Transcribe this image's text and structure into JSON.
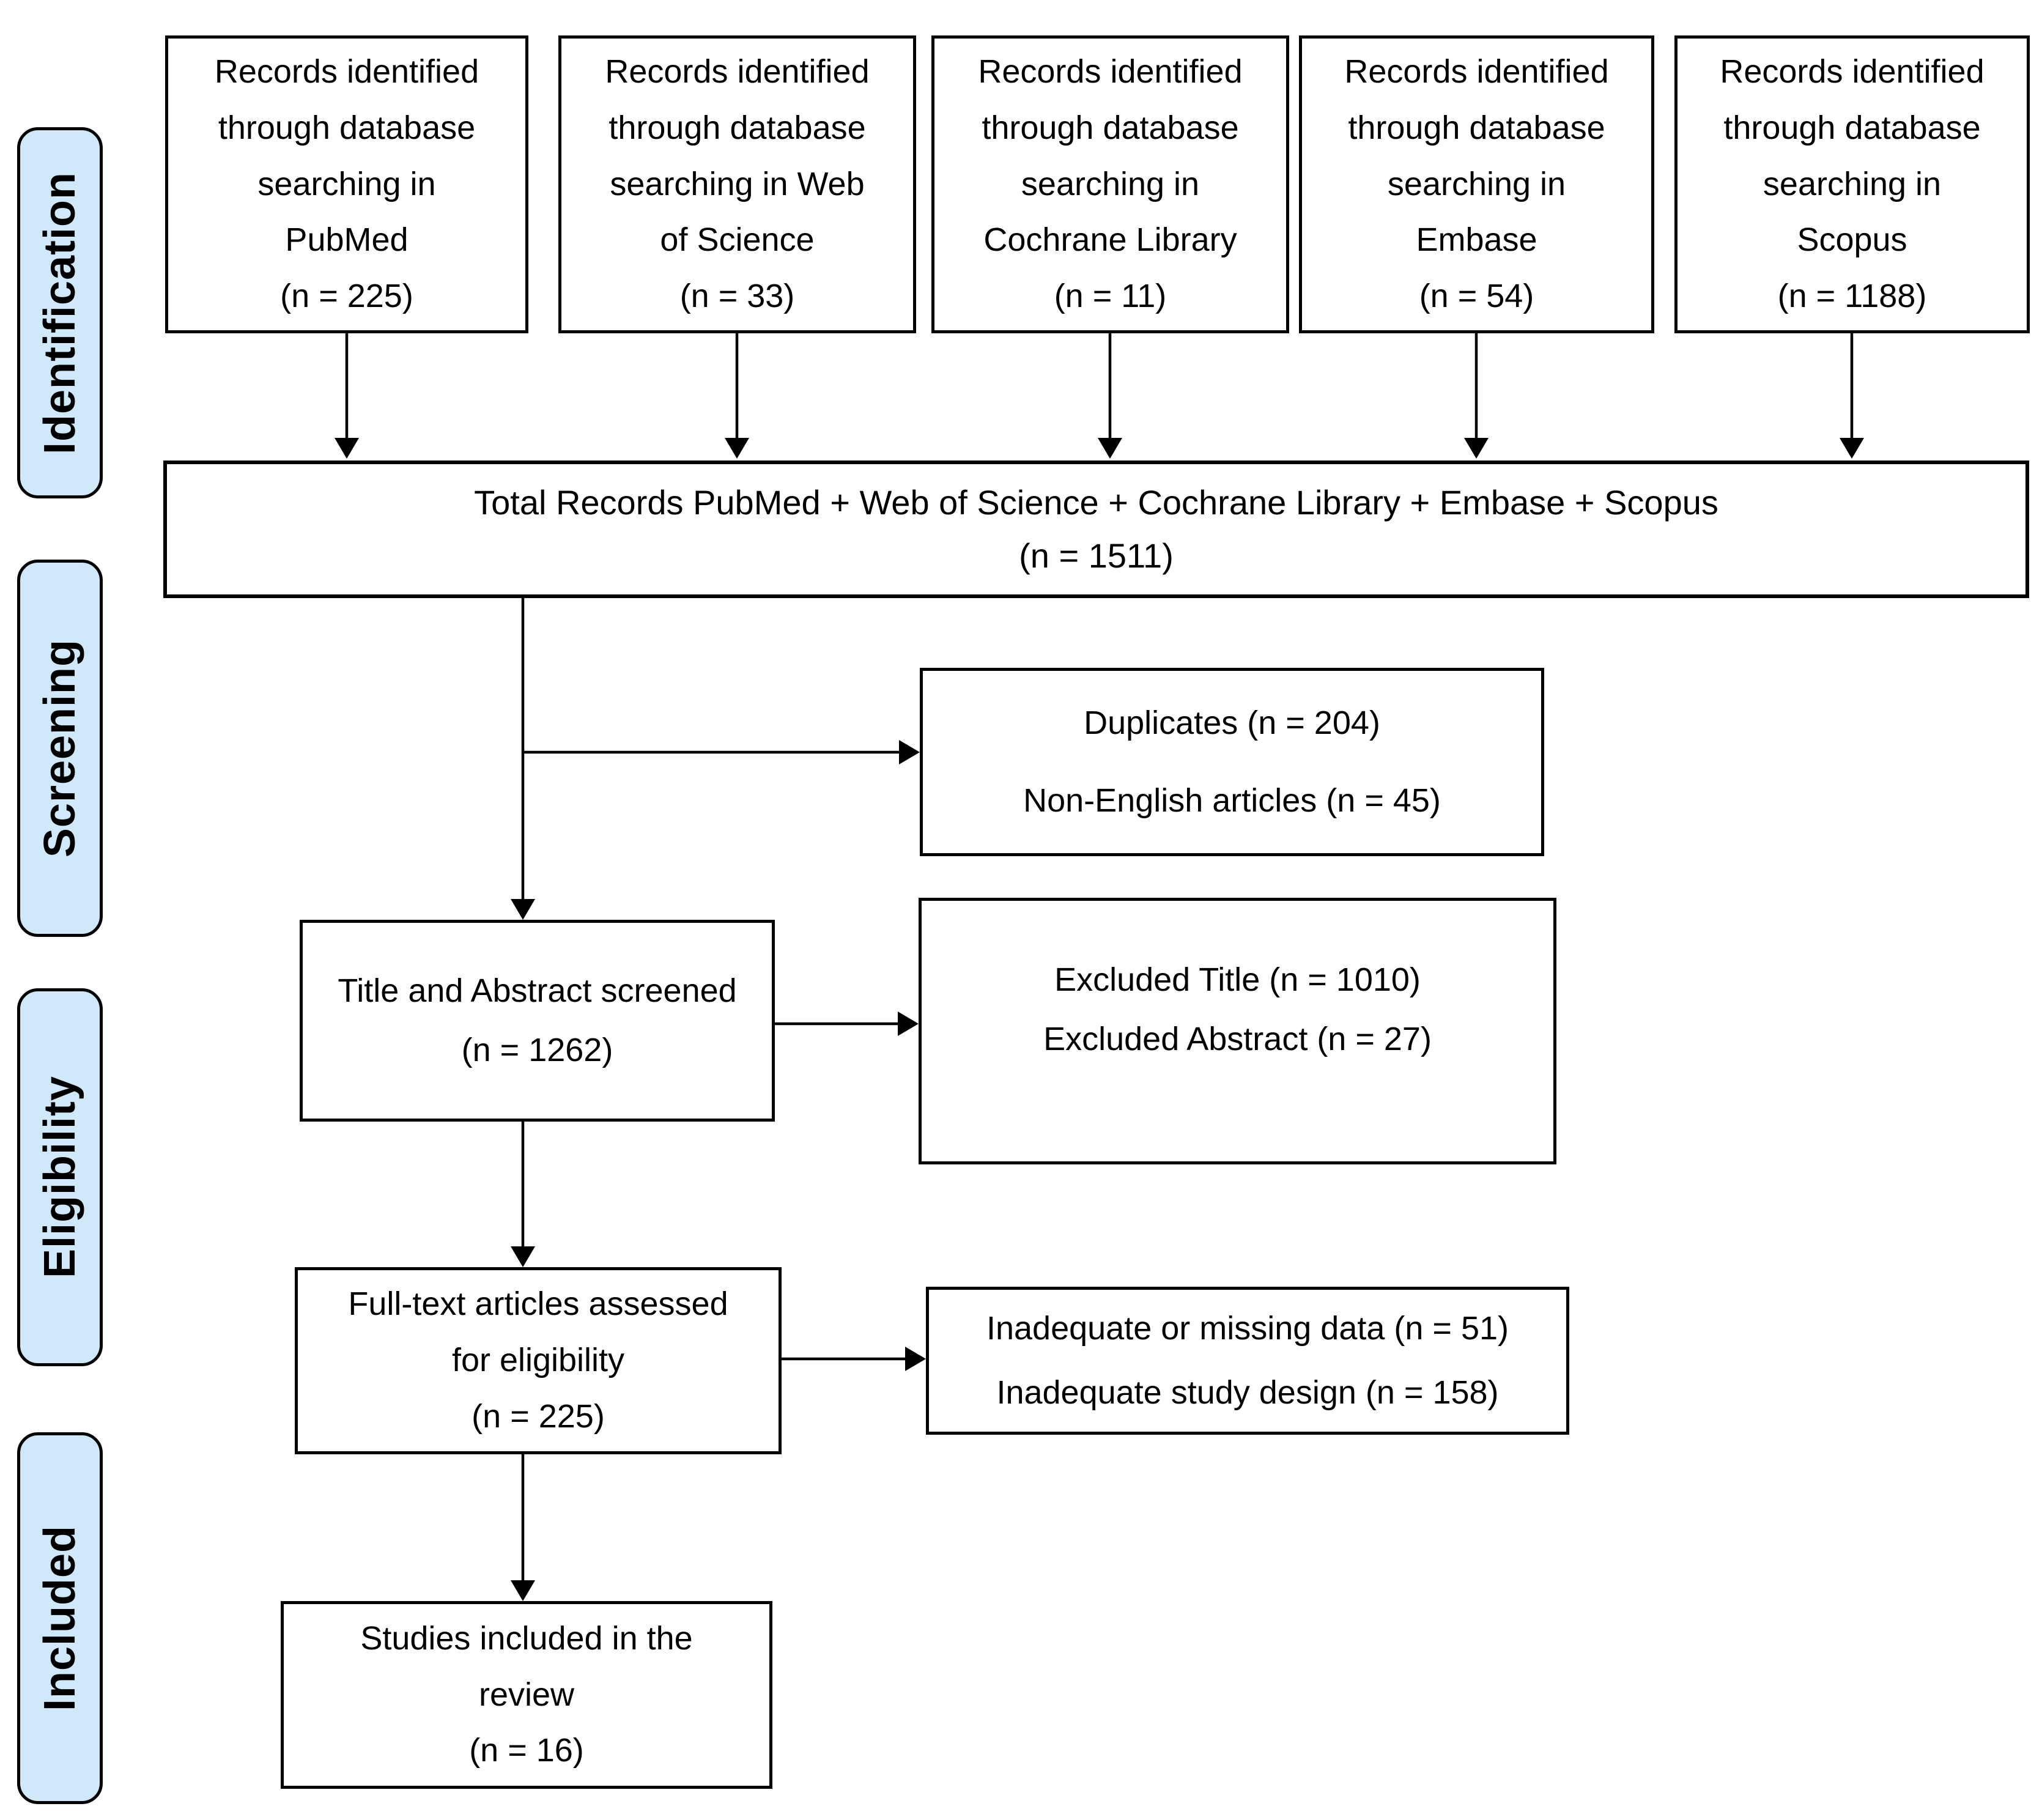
{
  "figure": {
    "type": "prisma-flow-diagram"
  },
  "colors": {
    "stage_fill": "#cfe9fa",
    "box_border": "#000000",
    "background": "#ffffff",
    "text": "#000000"
  },
  "stages": {
    "identification": "Identification",
    "screening": "Screening",
    "eligibility": "Eligibility",
    "included": "Included"
  },
  "boxes": {
    "pubmed": {
      "lines": [
        "Records identified",
        "through database",
        "searching in",
        "PubMed",
        "(n = 225)"
      ]
    },
    "web_of_science": {
      "lines": [
        "Records identified",
        "through database",
        "searching in Web",
        "of Science",
        "(n = 33)"
      ]
    },
    "cochrane": {
      "lines": [
        "Records identified",
        "through database",
        "searching in",
        "Cochrane Library",
        "(n = 11)"
      ]
    },
    "embase": {
      "lines": [
        "Records identified",
        "through database",
        "searching in",
        "Embase",
        "(n = 54)"
      ]
    },
    "scopus": {
      "lines": [
        "Records identified",
        "through database",
        "searching in",
        "Scopus",
        "(n = 1188)"
      ]
    },
    "total": {
      "lines": [
        "Total Records PubMed + Web of Science + Cochrane Library + Embase + Scopus",
        "(n = 1511)"
      ]
    },
    "duplicates": {
      "lines": [
        "Duplicates (n = 204)",
        "Non-English articles (n = 45)"
      ]
    },
    "title_abstract": {
      "lines": [
        "Title and Abstract screened",
        "(n = 1262)"
      ]
    },
    "excluded": {
      "lines": [
        "Excluded Title (n = 1010)",
        "Excluded Abstract (n = 27)"
      ]
    },
    "fulltext": {
      "lines": [
        "Full-text articles assessed",
        "for eligibility",
        "(n = 225)"
      ]
    },
    "inadequate": {
      "lines": [
        "Inadequate or missing data (n = 51)",
        "Inadequate study design (n = 158)"
      ]
    },
    "included_studies": {
      "lines": [
        "Studies included in the",
        "review",
        "(n = 16)"
      ]
    }
  }
}
